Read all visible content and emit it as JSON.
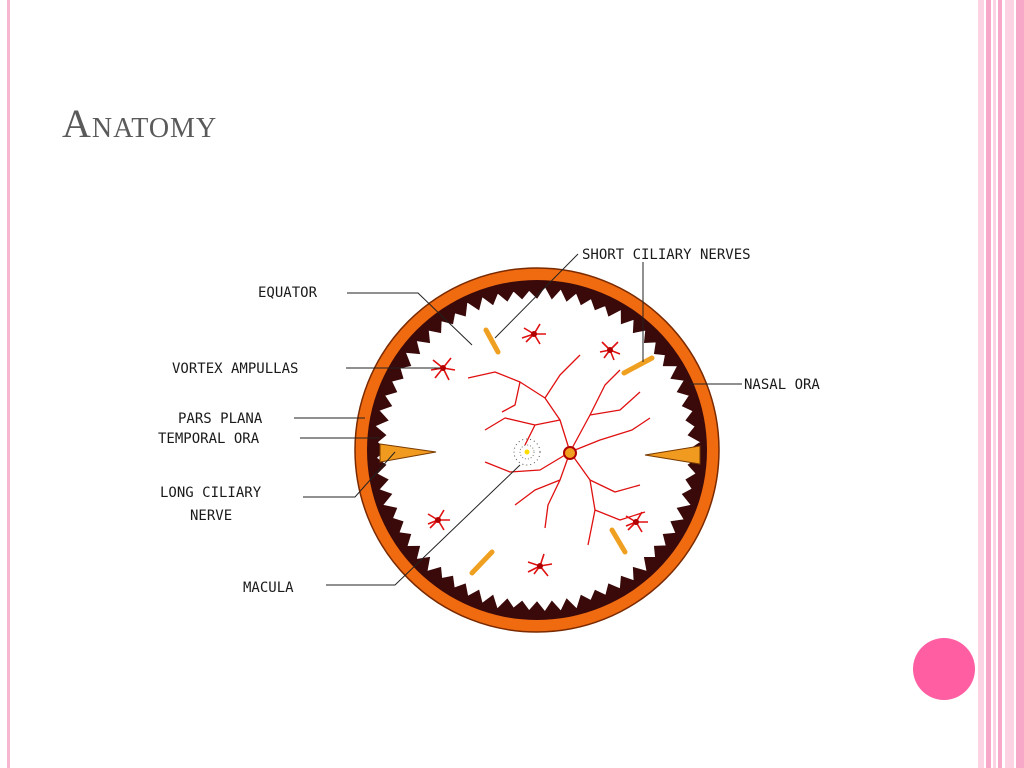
{
  "slide": {
    "title": "Anatomy",
    "colors": {
      "accent_pink": "#ff5fa2",
      "frame_pink": "#f7b6cf",
      "globe_orange": "#f06a10",
      "choroid_brown": "#3a0a0a",
      "vessel_red": "#e01010",
      "nerve_orange": "#f0a020"
    }
  },
  "diagram": {
    "labels": {
      "short_ciliary_nerves": "SHORT CILIARY NERVES",
      "equator": "EQUATOR",
      "vortex_ampullas": "VORTEX AMPULLAS",
      "nasal_ora": "NASAL ORA",
      "pars_plana": "PARS PLANA",
      "temporal_ora": "TEMPORAL ORA",
      "long_ciliary_nerve_line1": "LONG CILIARY",
      "long_ciliary_nerve_line2": "NERVE",
      "macula": "MACULA"
    }
  }
}
